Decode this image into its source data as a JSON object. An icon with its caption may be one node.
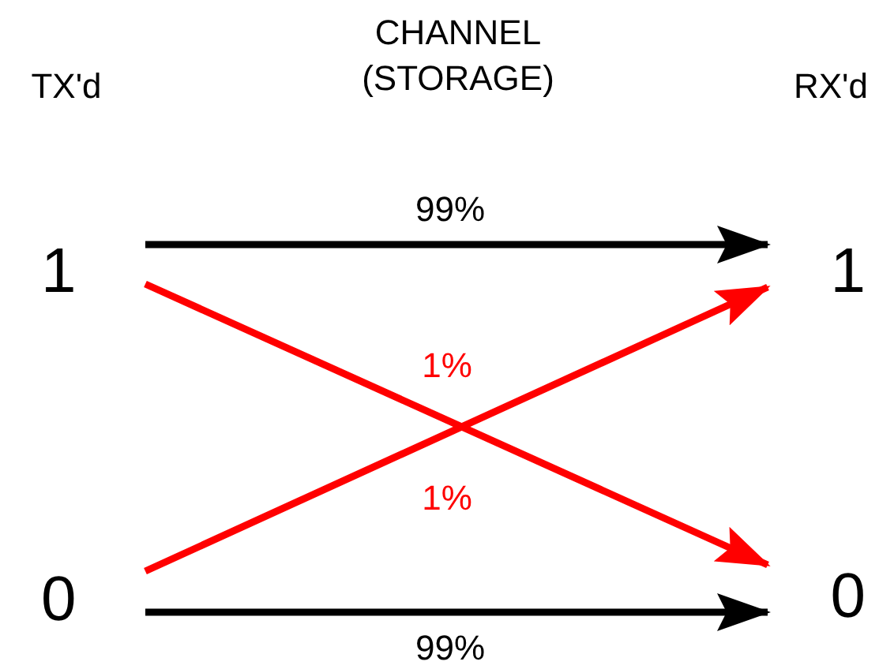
{
  "diagram": {
    "nodes": [
      {
        "text": [
          "1"
        ]
      },
      {
        "text": [
          "0"
        ]
      },
      {
        "text": [
          "1"
        ]
      },
      {
        "text": [
          "0"
        ]
      }
    ],
    "edges": [
      {
        "from": 0,
        "to": 2,
        "arrow": "to",
        "label": "99%"
      },
      {
        "from": 0,
        "to": 3,
        "arrow": "to",
        "label": "1%",
        "color": "#ff0000"
      },
      {
        "from": 1,
        "to": 2,
        "arrow": "to",
        "label": "1%",
        "color": "#ff0000"
      },
      {
        "from": 1,
        "to": 3,
        "arrow": "to",
        "label": "99%"
      }
    ],
    "labels": [
      "TX'd",
      "CHANNEL (STORAGE)",
      "RX'd"
    ]
  }
}
